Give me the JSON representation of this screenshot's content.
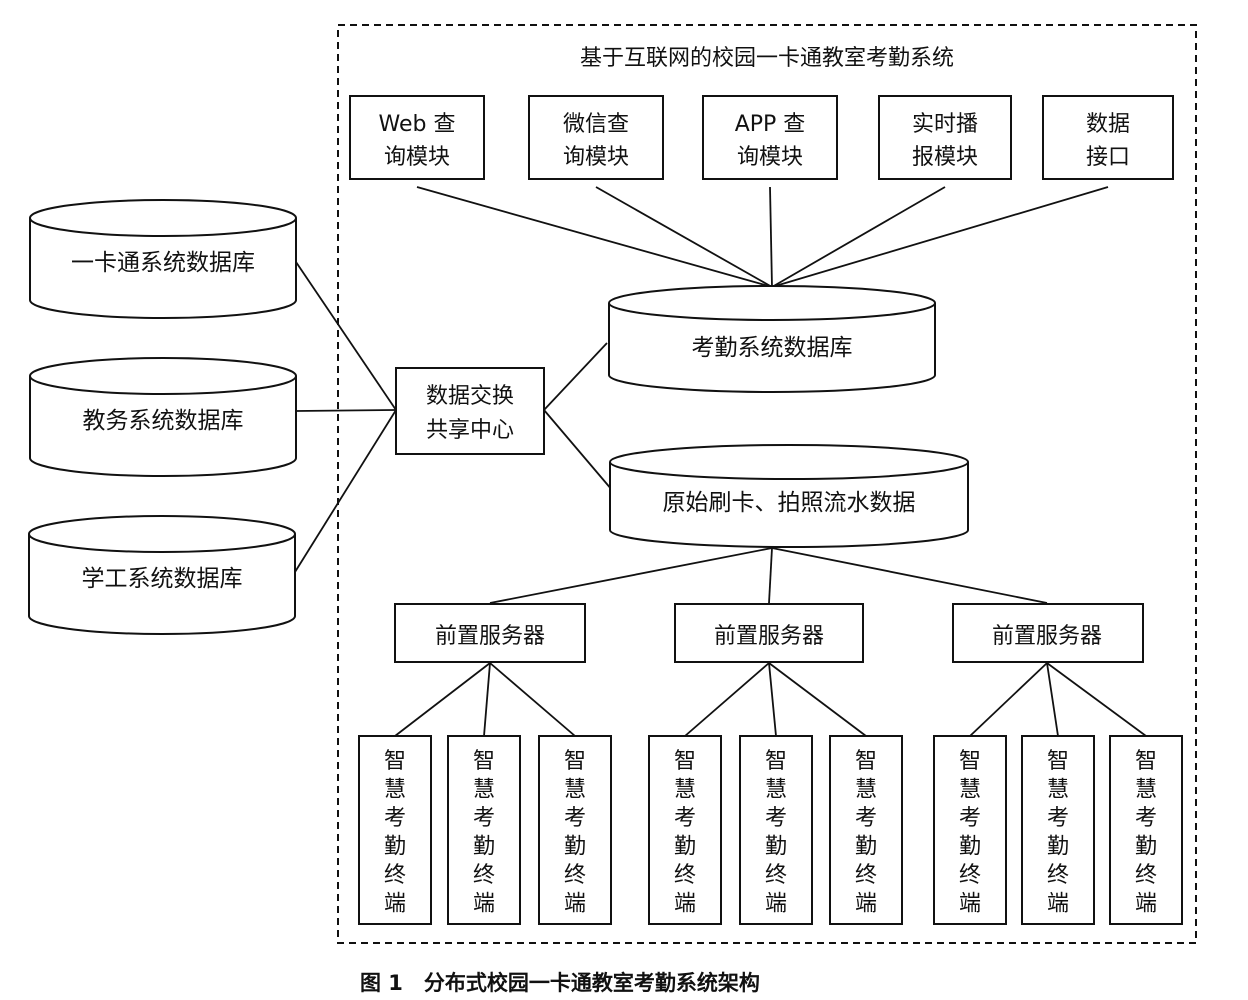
{
  "system_title": "基于互联网的校园一卡通教室考勤系统",
  "modules": [
    {
      "lines": [
        "Web 查",
        "询模块"
      ]
    },
    {
      "lines": [
        "微信查",
        "询模块"
      ]
    },
    {
      "lines": [
        "APP 查",
        "询模块"
      ]
    },
    {
      "lines": [
        "实时播",
        "报模块"
      ]
    },
    {
      "lines": [
        "数据",
        "接口"
      ]
    }
  ],
  "external_databases": [
    {
      "label": "一卡通系统数据库"
    },
    {
      "label": "教务系统数据库"
    },
    {
      "label": "学工系统数据库"
    }
  ],
  "exchange_center": {
    "lines": [
      "数据交换",
      "共享中心"
    ]
  },
  "attendance_db": {
    "label": "考勤系统数据库"
  },
  "raw_data_db": {
    "label": "原始刷卡、拍照流水数据"
  },
  "servers": [
    {
      "label": "前置服务器"
    },
    {
      "label": "前置服务器"
    },
    {
      "label": "前置服务器"
    }
  ],
  "terminal_label": [
    "智",
    "慧",
    "考",
    "勤",
    "终",
    "端"
  ],
  "terminals_per_server": 3,
  "caption": "图 1　分布式校园一卡通教室考勤系统架构"
}
